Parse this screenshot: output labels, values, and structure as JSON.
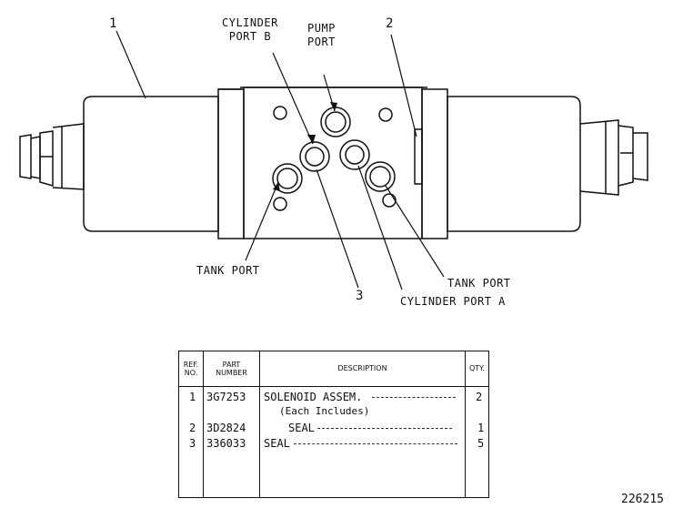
{
  "callouts": {
    "ref1": "1",
    "ref2": "2",
    "ref3": "3",
    "cylinder_port_b": [
      "CYLINDER",
      "PORT B"
    ],
    "pump_port": [
      "PUMP",
      "PORT"
    ],
    "tank_port_left": "TANK PORT",
    "tank_port_right": "TANK PORT",
    "cylinder_port_a": "CYLINDER PORT A"
  },
  "parts_table": {
    "headers": {
      "ref_no": [
        "REF.",
        "NO."
      ],
      "part_number": [
        "PART",
        "NUMBER"
      ],
      "description": "DESCRIPTION",
      "qty": "QTY."
    },
    "rows": [
      {
        "ref": "1",
        "part": "3G7253",
        "desc": "SOLENOID ASSEM.",
        "qty": "2"
      },
      {
        "ref": "",
        "part": "",
        "desc": "(Each Includes)",
        "qty": ""
      },
      {
        "ref": "2",
        "part": "3D2824",
        "desc": "SEAL",
        "qty": "1"
      },
      {
        "ref": "3",
        "part": "336033",
        "desc": "SEAL",
        "qty": "5"
      }
    ]
  },
  "drawing_number": "226215"
}
